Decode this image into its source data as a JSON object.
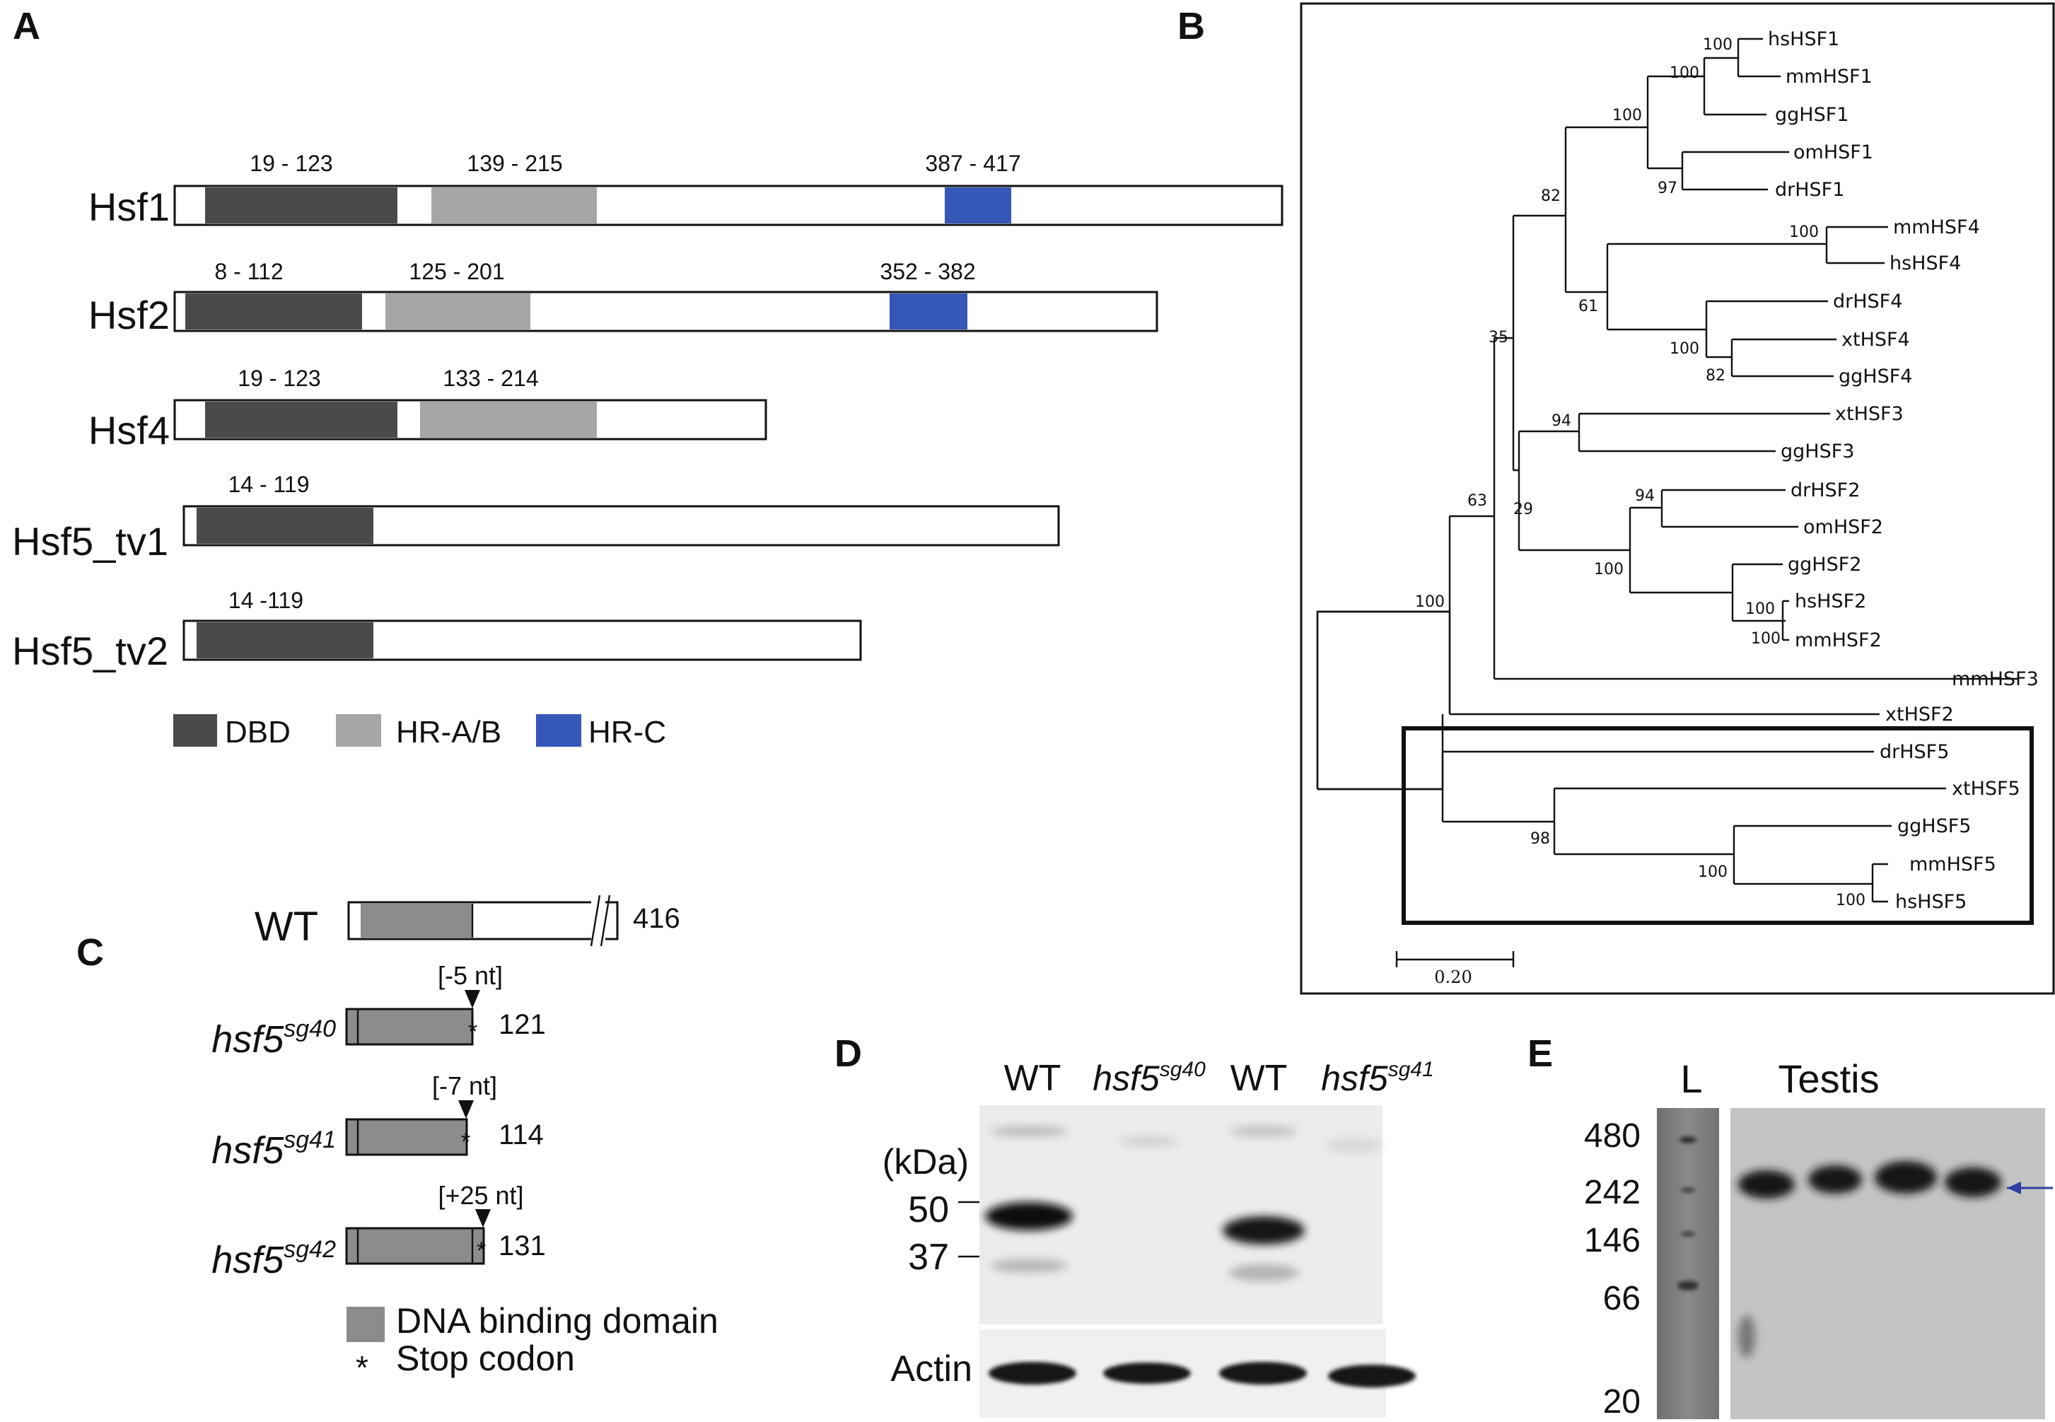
{
  "panels": {
    "a": "A",
    "b": "B",
    "c": "C",
    "d": "D",
    "e": "E"
  },
  "panel_a": {
    "proteins": [
      {
        "name": "Hsf1",
        "domains": [
          {
            "type": "DBD",
            "range": "19 - 123"
          },
          {
            "type": "HR-A/B",
            "range": "139 - 215"
          },
          {
            "type": "HR-C",
            "range": "387 - 417"
          }
        ]
      },
      {
        "name": "Hsf2",
        "domains": [
          {
            "type": "DBD",
            "range": "8 - 112"
          },
          {
            "type": "HR-A/B",
            "range": "125 - 201"
          },
          {
            "type": "HR-C",
            "range": "352 - 382"
          }
        ]
      },
      {
        "name": "Hsf4",
        "domains": [
          {
            "type": "DBD",
            "range": "19 - 123"
          },
          {
            "type": "HR-A/B",
            "range": "133 - 214"
          }
        ]
      },
      {
        "name": "Hsf5_tv1",
        "domains": [
          {
            "type": "DBD",
            "range": "14 - 119"
          }
        ]
      },
      {
        "name": "Hsf5_tv2",
        "domains": [
          {
            "type": "DBD",
            "range": "14 -119"
          }
        ]
      }
    ],
    "legend": [
      {
        "label": "DBD",
        "color": "#4a4a4a"
      },
      {
        "label": "HR-A/B",
        "color": "#a6a6a6"
      },
      {
        "label": "HR-C",
        "color": "#3557b7"
      }
    ]
  },
  "panel_b": {
    "leaves": [
      "hsHSF1",
      "mmHSF1",
      "ggHSF1",
      "omHSF1",
      "drHSF1",
      "mmHSF4",
      "hsHSF4",
      "drHSF4",
      "xtHSF4",
      "ggHSF4",
      "xtHSF3",
      "ggHSF3",
      "drHSF2",
      "omHSF2",
      "ggHSF2",
      "hsHSF2",
      "mmHSF2",
      "mmHSF3",
      "xtHSF2",
      "drHSF5",
      "xtHSF5",
      "ggHSF5",
      "mmHSF5",
      "hsHSF5"
    ],
    "bootstrap": [
      "100",
      "100",
      "100",
      "97",
      "82",
      "100",
      "61",
      "100",
      "82",
      "35",
      "94",
      "94",
      "63",
      "29",
      "100",
      "100",
      "100",
      "100",
      "98",
      "100",
      "100"
    ],
    "scale_bar": "0.20"
  },
  "panel_c": {
    "constructs": [
      {
        "label": "WT",
        "superscript": "",
        "length": "416",
        "mutation": ""
      },
      {
        "label": "hsf5",
        "superscript": "sg40",
        "length": "121",
        "mutation": "[-5 nt]"
      },
      {
        "label": "hsf5",
        "superscript": "sg41",
        "length": "114",
        "mutation": "[-7 nt]"
      },
      {
        "label": "hsf5",
        "superscript": "sg42",
        "length": "131",
        "mutation": "[+25 nt]"
      }
    ],
    "stop_mark": "*",
    "legend": {
      "box_label": "DNA binding domain",
      "star": "*",
      "star_label": "Stop codon",
      "box_color": "#8c8c8c"
    }
  },
  "panel_d": {
    "lanes": [
      {
        "label": "WT",
        "superscript": ""
      },
      {
        "label": "hsf5",
        "superscript": "sg40"
      },
      {
        "label": "WT",
        "superscript": ""
      },
      {
        "label": "hsf5",
        "superscript": "sg41"
      }
    ],
    "unit": "(kDa)",
    "markers": [
      "50",
      "37"
    ],
    "loading": "Actin"
  },
  "panel_e": {
    "ladder": "L",
    "sample": "Testis",
    "markers": [
      "480",
      "242",
      "146",
      "66",
      "20"
    ],
    "arrow_color": "#2e3fa3"
  }
}
